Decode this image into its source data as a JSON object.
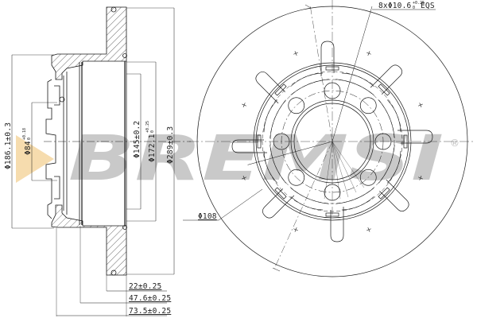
{
  "drawing": {
    "subject": "brake disc technical drawing",
    "views": [
      "cross-section",
      "front view"
    ]
  },
  "watermark": {
    "text": "BREMSI",
    "registered_mark": "®",
    "color": "#c8c8c8",
    "triangle_color": "#f6dcae"
  },
  "section_view": {
    "dimensions": {
      "d186": "Φ186.1±0.3",
      "d84_main": "Φ84",
      "d84_tol_upper": "+0.18",
      "d84_tol_lower": "0",
      "d145": "Φ145±0.2",
      "d172_main": "Φ172.1",
      "d172_tol_upper": "+0.25",
      "d172_tol_lower": "0",
      "d289": "Φ289±0.3"
    },
    "thickness_dimensions": [
      {
        "label": "22±0.25"
      },
      {
        "label": "47.6±0.25"
      },
      {
        "label": "73.5±0.25"
      }
    ]
  },
  "front_view": {
    "hole_callout_main": "8xΦ10.6",
    "hole_callout_tol_upper": "+0.25",
    "hole_callout_tol_lower": "0",
    "hole_callout_suffix": "EQS",
    "pcd_label": "Φ108",
    "hole_count": 8
  },
  "colors": {
    "line": "#1a1a1a",
    "hatch": "#333333",
    "background": "#ffffff"
  }
}
